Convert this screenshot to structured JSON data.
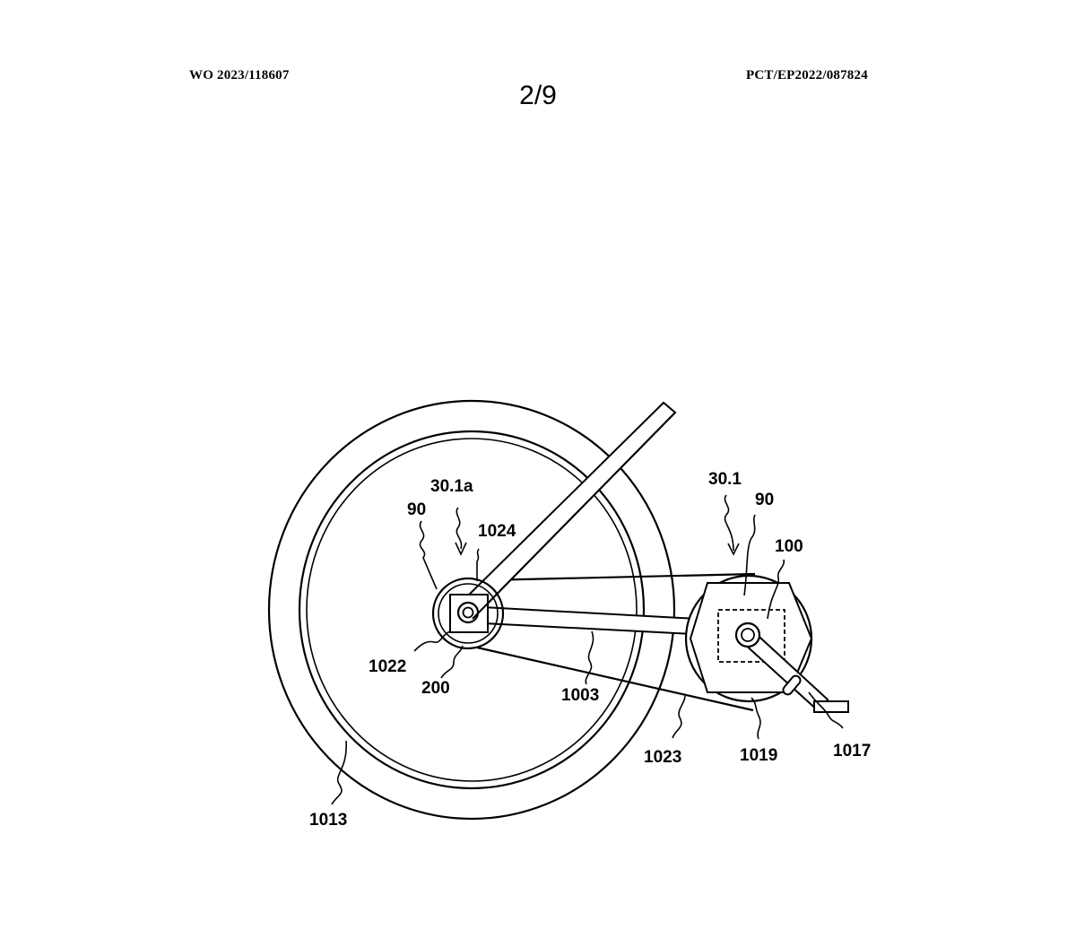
{
  "header": {
    "publication_number": "WO 2023/118607",
    "application_number": "PCT/EP2022/087824",
    "sheet": "2/9"
  },
  "reference_labels": {
    "wheel_assembly": "30.1a",
    "wheel_hub_ring": "90",
    "hub_element": "1024",
    "hub_shaft": "1022",
    "hub_unit": "200",
    "frame_stay": "1003",
    "belt": "1023",
    "wheel": "1013",
    "drive_assembly": "30.1",
    "drive_ring": "90",
    "drive_unit": "100",
    "chainring": "1019",
    "crank_pedal": "1017"
  }
}
